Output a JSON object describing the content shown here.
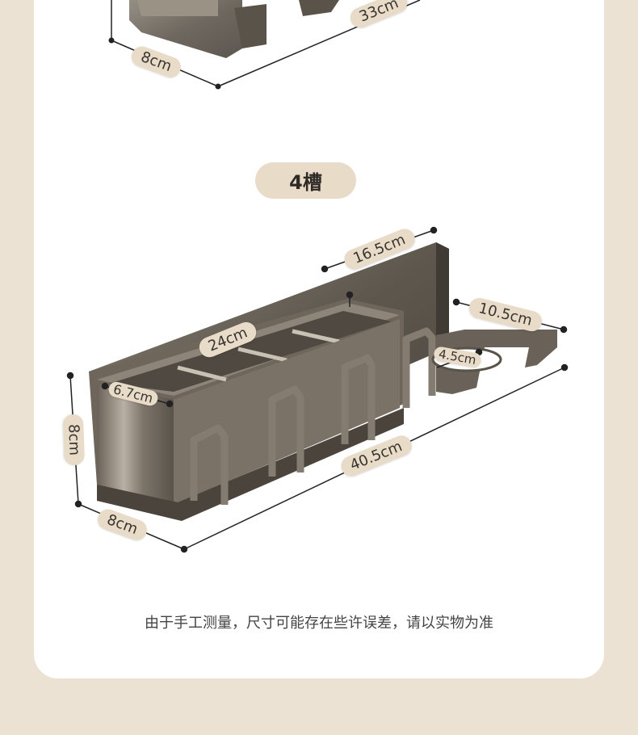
{
  "top_section": {
    "width_label": "33cm",
    "depth_label": "8cm"
  },
  "main_section": {
    "title": "4槽",
    "dimensions": {
      "top_width": "16.5cm",
      "cup_width": "24cm",
      "hanger_width": "10.5cm",
      "hole_diameter": "4.5cm",
      "slot_width": "6.7cm",
      "height": "8cm",
      "total_width": "40.5cm",
      "depth": "8cm"
    }
  },
  "disclaimer": "由于手工测量，尺寸可能存在些许误差，请以实物为准",
  "colors": {
    "background": "#ece2d3",
    "card": "#ffffff",
    "label_pill": "#e8dcc8",
    "metal": "#6b6358"
  }
}
